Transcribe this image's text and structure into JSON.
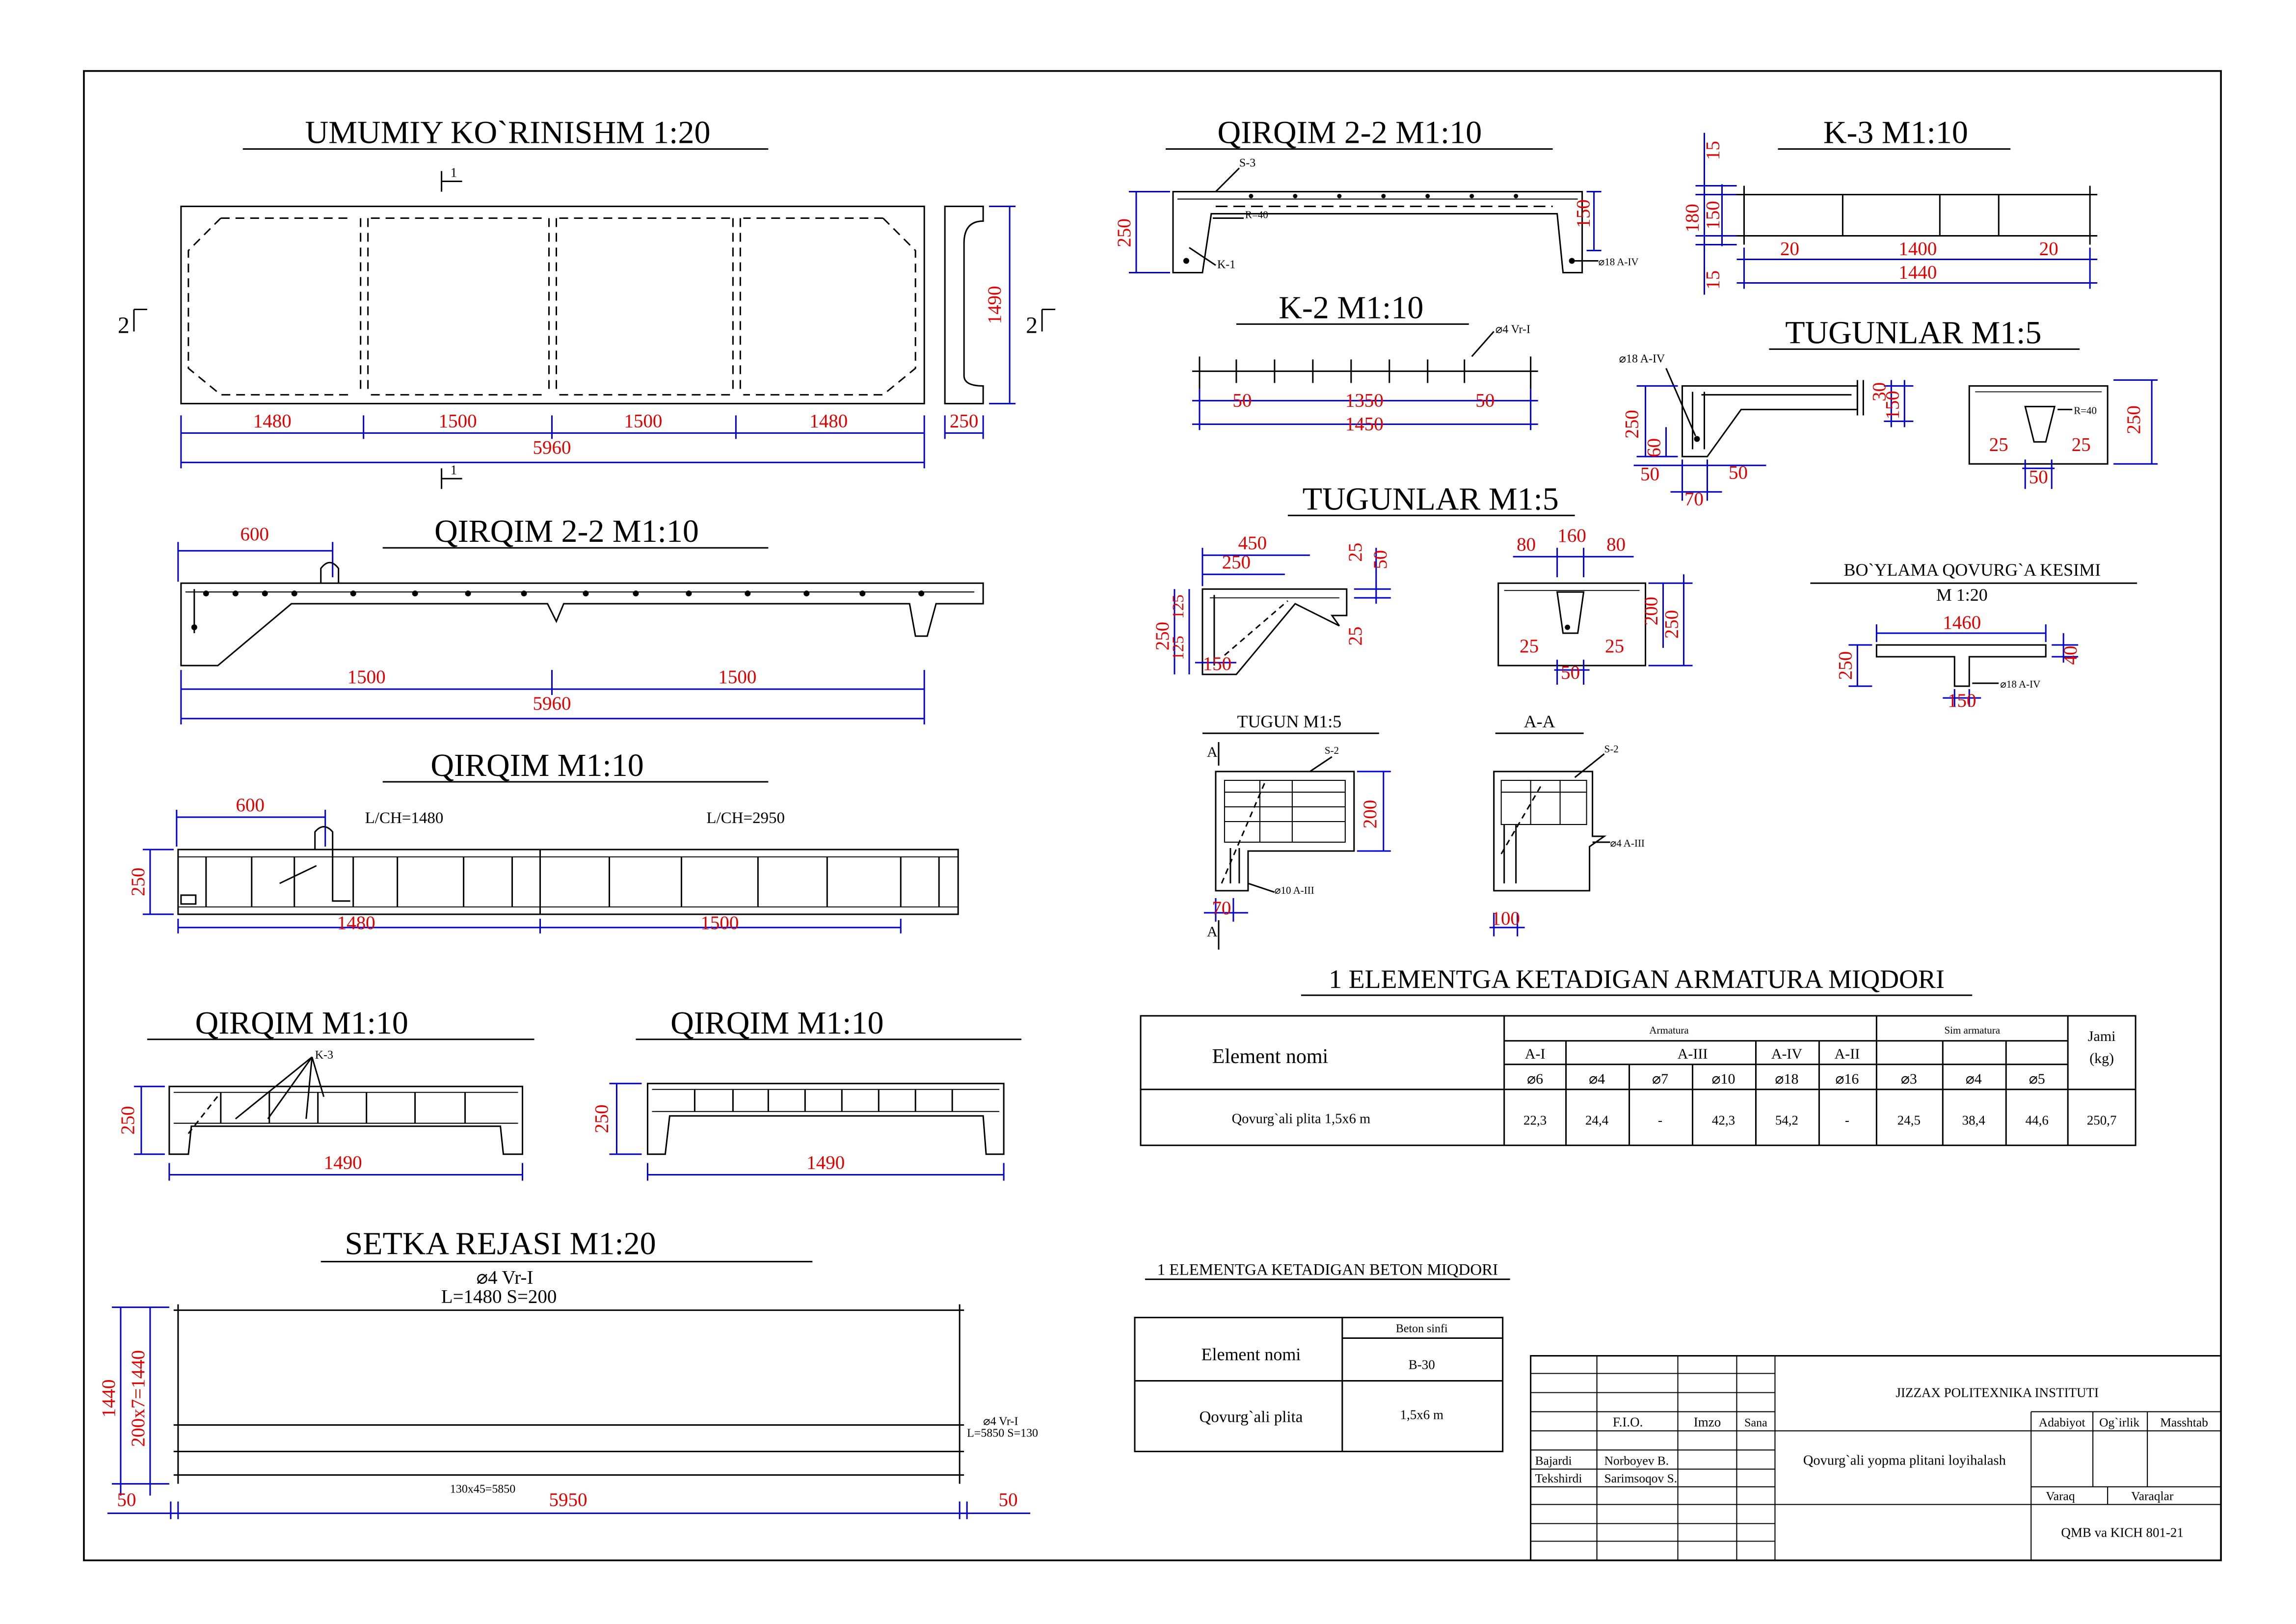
{
  "titles": {
    "umumiy": "UMUMIY KO`RINISHM 1:20",
    "qirqim22_left": "QIRQIM 2-2 M1:10",
    "qirqim_long": "QIRQIM M1:10",
    "qirqim_a": "QIRQIM M1:10",
    "qirqim_b": "QIRQIM M1:10",
    "setka": "SETKA REJASI M1:20",
    "qirqim22_right": "QIRQIM 2-2 M1:10",
    "k3": "K-3 M1:10",
    "k2": "K-2 M1:10",
    "tugunlar1": "TUGUNLAR M1:5",
    "tugunlar2": "TUGUNLAR M1:5",
    "boylama": "BO`YLAMA QOVURG`A KESIMI",
    "boylama_scale": "M 1:20",
    "tugun": "TUGUN M1:5",
    "aa": "A-A",
    "armatura_heading": "1 ELEMENTGA KETADIGAN ARMATURA MIQDORI",
    "beton_heading": "1 ELEMENTGA KETADIGAN BETON MIQDORI"
  },
  "umumiy": {
    "dims": [
      "1480",
      "1500",
      "1500",
      "1480"
    ],
    "total": "5960",
    "height": "1490",
    "side_width": "250",
    "cut_mark_1": "1",
    "cut_mark_2": "2"
  },
  "qirqim22_left": {
    "top": "600",
    "dims": [
      "1500",
      "1500"
    ],
    "total": "5960"
  },
  "qirqim_long": {
    "top": "600",
    "height": "250",
    "lch1": "L/CH=1480",
    "lch2": "L/CH=2950",
    "dims": [
      "1480",
      "1500"
    ]
  },
  "qirqim_a": {
    "height": "250",
    "width": "1490",
    "label": "K-3"
  },
  "qirqim_b": {
    "height": "250",
    "width": "1490"
  },
  "setka": {
    "bar": "⌀4 Vr-I",
    "spacing": "L=1480   S=200",
    "height1": "1440",
    "height2": "200x7=1440",
    "inner": "130x45=5850",
    "left": "50",
    "width": "5950",
    "right": "50",
    "side_bar": "⌀4 Vr-I",
    "side_spacing": "L=5850 S=130"
  },
  "qirqim22_right": {
    "height": "250",
    "right": "150",
    "s3": "S-3",
    "r40": "R=40",
    "k1": "K-1",
    "bar": "⌀18 A-IV"
  },
  "k3": {
    "h1": "15",
    "h2": "180",
    "h3": "150",
    "h4": "15",
    "d1": "20",
    "d2": "1400",
    "d3": "20",
    "total": "1440"
  },
  "k2": {
    "bar": "⌀4 Vr-I",
    "d1": "50",
    "d2": "1350",
    "d3": "50",
    "total": "1450"
  },
  "tugun_right": {
    "bar": "⌀18 A-IV",
    "h1": "250",
    "h2": "60",
    "d1": "50",
    "d2": "50",
    "d3": "70",
    "r1": "30",
    "r2": "150",
    "r40": "R=40",
    "b1": "25",
    "b2": "25",
    "b3": "50",
    "bh": "250"
  },
  "tugun_mid": {
    "d450": "450",
    "d250": "250",
    "h250": "250",
    "h125a": "125",
    "h125b": "125",
    "b150": "150",
    "v25": "25",
    "v50": "50",
    "v25b": "25",
    "t80a": "80",
    "t160": "160",
    "t80b": "80",
    "h200": "200",
    "h250b": "250",
    "b25a": "25",
    "b25b": "25",
    "b50": "50"
  },
  "boylama": {
    "width": "1460",
    "height": "250",
    "right": "40",
    "bottom": "150",
    "bar": "⌀18 A-IV"
  },
  "tugun_detail": {
    "a": "A",
    "s2": "S-2",
    "h200": "200",
    "bar": "⌀10 A-III",
    "d70": "70"
  },
  "aa_detail": {
    "s2": "S-2",
    "bar": "⌀4 A-III",
    "d100": "100"
  },
  "armatura_table": {
    "col_name": "Element nomi",
    "group_armatura": "Armatura",
    "group_sim": "Sim armatura",
    "col_jami": "Jami",
    "col_jami_unit": "(kg)",
    "classes": [
      "A-I",
      "A-III",
      "A-IV",
      "A-II"
    ],
    "diameters": [
      "⌀6",
      "⌀4",
      "⌀7",
      "⌀10",
      "⌀18",
      "⌀16",
      "⌀3",
      "⌀4",
      "⌀5"
    ],
    "row_name": "Qovurg`ali plita   1,5x6 m",
    "row_values": [
      "22,3",
      "24,4",
      "-",
      "42,3",
      "54,2",
      "-",
      "24,5",
      "38,4",
      "44,6",
      "250,7"
    ]
  },
  "beton_table": {
    "col_name": "Element nomi",
    "col_class": "Beton sinfi",
    "class_value": "B-30",
    "row_name": "Qovurg`ali plita",
    "row_value": "1,5x6 m"
  },
  "stamp": {
    "institute": "JIZZAX POLITEXNIKA INSTITUTI",
    "fio": "F.I.O.",
    "imzo": "Imzo",
    "sana": "Sana",
    "project": "Qovurg`ali yopma plitani loyihalash",
    "bajardi": "Bajardi",
    "bajardi_name": "Norboyev B.",
    "tekshirdi": "Tekshirdi",
    "tekshirdi_name": "Sarimsoqov S.",
    "adabiyot": "Adabiyot",
    "ogirlik": "Og`irlik",
    "masshtab": "Masshtab",
    "varaq": "Varaq",
    "varaqlar": "Varaqlar",
    "code": "QMB va KICH 801-21"
  },
  "colors": {
    "dimension": "#0000cc",
    "dim_text": "#e00000",
    "line": "#000000"
  }
}
